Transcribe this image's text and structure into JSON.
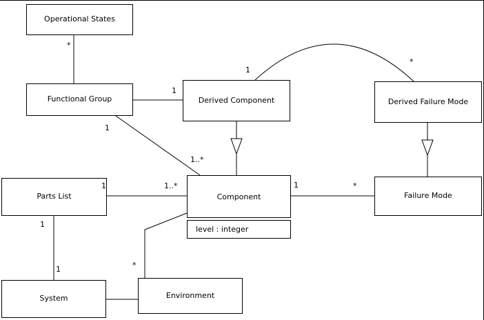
{
  "diagram_type": "uml-class-diagram",
  "boxes": {
    "operational_states": {
      "label": "Operational States"
    },
    "functional_group": {
      "label": "Functional Group"
    },
    "derived_component": {
      "label": "Derived Component"
    },
    "derived_failure_mode": {
      "label": "Derived Failure Mode"
    },
    "parts_list": {
      "label": "Parts List"
    },
    "component": {
      "label": "Component",
      "attribute": "level : integer"
    },
    "failure_mode": {
      "label": "Failure Mode"
    },
    "system": {
      "label": "System"
    },
    "environment": {
      "label": "Environment"
    }
  },
  "multiplicities": {
    "operational_states_functional_group": "*",
    "functional_group_derived_component": "1",
    "derived_component_arc": "1",
    "derived_failure_mode_arc": "*",
    "functional_group_component_near": "1",
    "functional_group_component_far": "1..*",
    "parts_list_component_near": "1",
    "parts_list_component_far": "1..*",
    "component_failure_mode_near": "1",
    "component_failure_mode_far": "*",
    "parts_list_system_near": "1",
    "parts_list_system_far": "1",
    "environment_component_near": "*"
  },
  "colors": {
    "line": "#000000",
    "box_fill": "#ffffff",
    "background": "#ffffff"
  }
}
